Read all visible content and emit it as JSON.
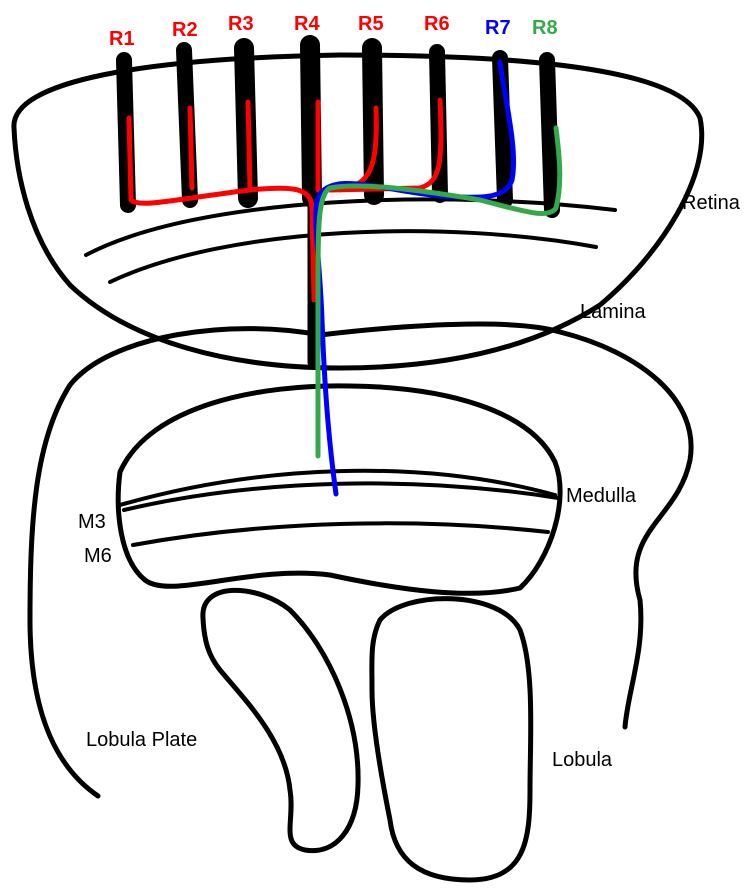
{
  "colors": {
    "outline": "#000000",
    "r1_r6": "#ff0000",
    "r7": "#0000ff",
    "r8": "#33aa4a"
  },
  "photoreceptors": [
    {
      "label": "R1",
      "color": "#ff0000"
    },
    {
      "label": "R2",
      "color": "#ff0000"
    },
    {
      "label": "R3",
      "color": "#ff0000"
    },
    {
      "label": "R4",
      "color": "#ff0000"
    },
    {
      "label": "R5",
      "color": "#ff0000"
    },
    {
      "label": "R6",
      "color": "#ff0000"
    },
    {
      "label": "R7",
      "color": "#0000ff"
    },
    {
      "label": "R8",
      "color": "#33aa4a"
    }
  ],
  "regions": {
    "retina": "Retina",
    "lamina": "Lamina",
    "medulla": "Medulla",
    "m3": "M3",
    "m6": "M6",
    "lobula_plate": "Lobula Plate",
    "lobula": "Lobula"
  }
}
